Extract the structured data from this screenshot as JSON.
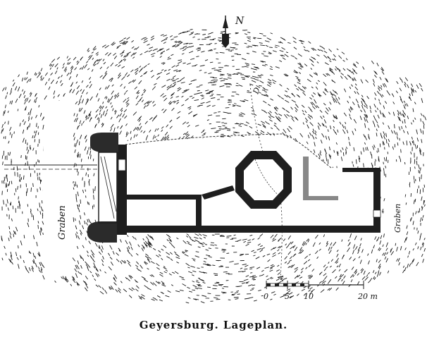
{
  "diagram": {
    "caption": "Geyersburg. Lageplan.",
    "north_label": "N",
    "moat_label_left": "Graben",
    "moat_label_right": "Graben",
    "section_label_top": "D",
    "section_label_bottom": "A",
    "scale": {
      "ticks": [
        "0",
        "5",
        "10",
        "20 m"
      ]
    }
  },
  "colors": {
    "ink": "#1e1e1e",
    "paper": "#ffffff"
  }
}
